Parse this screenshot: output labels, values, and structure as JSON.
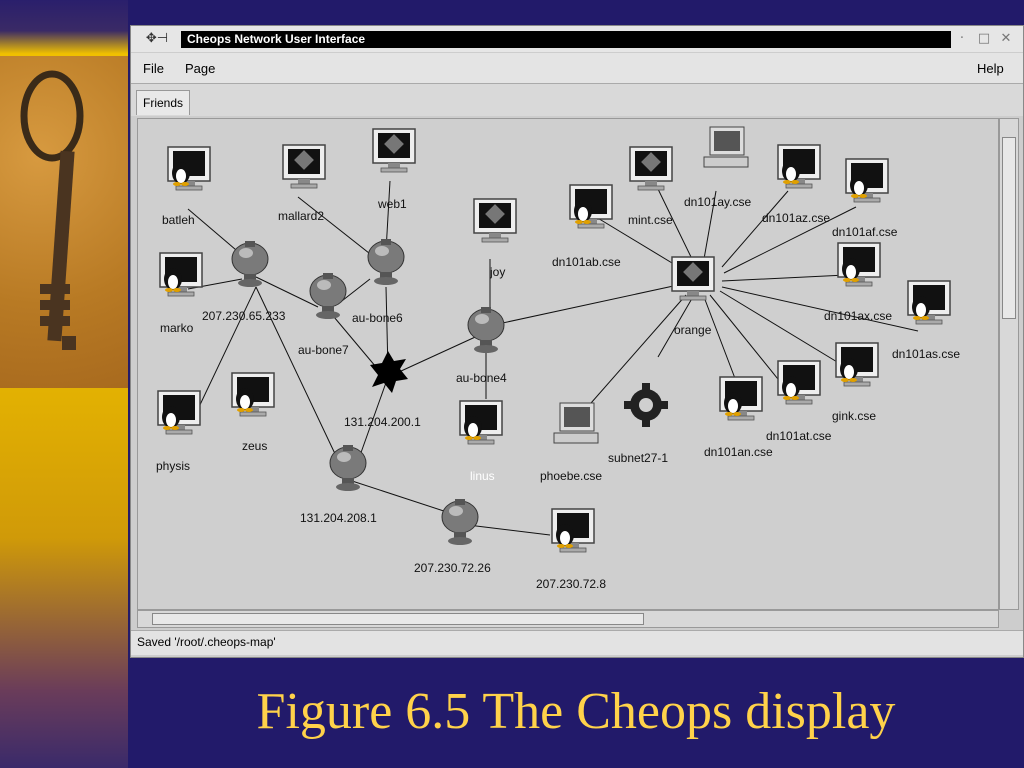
{
  "window": {
    "title": "Cheops Network User Interface",
    "buttons": [
      "·",
      "□",
      "✕"
    ]
  },
  "menu": {
    "file": "File",
    "page": "Page",
    "help": "Help"
  },
  "tabs": [
    "Friends"
  ],
  "status": "Saved '/root/.cheops-map'",
  "caption": "Figure 6.5  The Cheops display",
  "nodes": {
    "batleh": "batleh",
    "mallard2": "mallard2",
    "web1": "web1",
    "marko": "marko",
    "router1": "207.230.65.233",
    "aubone7": "au-bone7",
    "aubone6": "au-bone6",
    "physis": "physis",
    "zeus": "zeus",
    "hole": "131.204.200.1",
    "joy": "joy",
    "aubone4": "au-bone4",
    "linus": "linus",
    "router2": "131.204.208.1",
    "router3": "207.230.72.26",
    "host8": "207.230.72.8",
    "dn101ab": "dn101ab.cse",
    "mint": "mint.cse",
    "dn101ay": "dn101ay.cse",
    "dn101az": "dn101az.cse",
    "dn101af": "dn101af.cse",
    "orange": "orange",
    "dn101ax": "dn101ax.cse",
    "dn101as": "dn101as.cse",
    "gink": "gink.cse",
    "dn101at": "dn101at.cse",
    "dn101an": "dn101an.cse",
    "subnet": "subnet27-1",
    "phoebe": "phoebe.cse"
  }
}
